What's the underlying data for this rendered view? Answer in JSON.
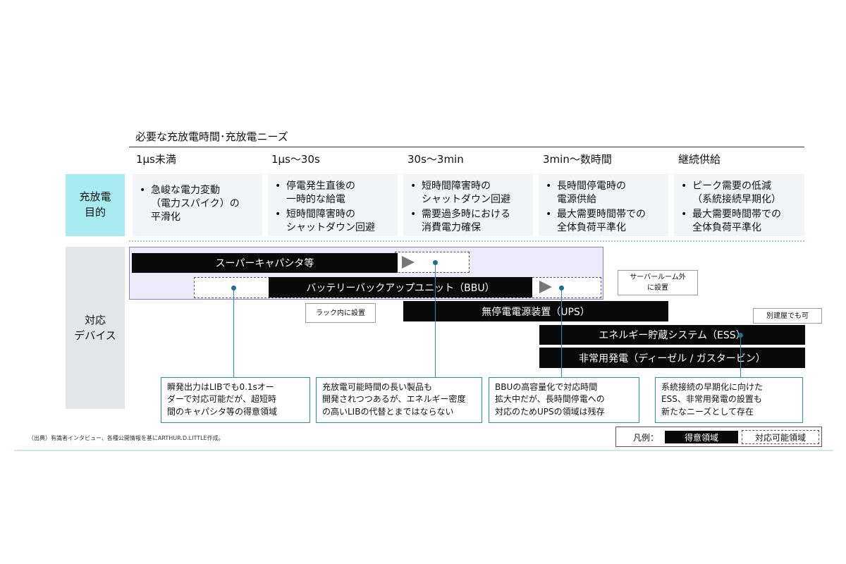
{
  "header": {
    "title": "必要な充放電時間･充放電ニーズ"
  },
  "columns": [
    {
      "label": "1μs未満"
    },
    {
      "label": "1μs～30s"
    },
    {
      "label": "30s～3min"
    },
    {
      "label": "3min～数時間"
    },
    {
      "label": "継続供給"
    }
  ],
  "purpose": {
    "label": "充放電\n目的",
    "cells": [
      {
        "bullets": [
          "急峻な電力変動\n（電力スパイク）の\n平滑化"
        ]
      },
      {
        "bullets": [
          "停電発生直後の\n一時的な給電",
          "短時間障害時の\nシャットダウン回避"
        ]
      },
      {
        "bullets": [
          "短時間障害時の\nシャットダウン回避",
          "需要過多時における\n消費電力確保"
        ]
      },
      {
        "bullets": [
          "長時間停電時の\n電源供給",
          "最大需要時間帯での\n全体負荷平準化"
        ]
      },
      {
        "bullets": [
          "ピーク需要の低減\n（系統接続早期化）",
          "最大需要時間帯での\n全体負荷平準化"
        ]
      }
    ]
  },
  "devices": {
    "label": "対応\nデバイス",
    "supercap": "スーパーキャパシタ等",
    "bbu": "バッテリーバックアップユニット（BBU）",
    "ups": "無停電電源装置（UPS）",
    "ess": "エネルギー貯蔵システム（ESS）",
    "generator": "非常用発電（ディーゼル / ガスタービン）"
  },
  "callouts": {
    "rack": "ラック内に設置",
    "server_room": "サーバールーム外\nに設置",
    "separate_building": "別建屋でも可"
  },
  "notes": [
    "瞬発出力はLIBでも0.1sオー\nダーで対応可能だが、超短時\n間のキャパシタ等の得意領域",
    "充放電可能時間の長い製品も\n開発されつつあるが、エネルギー密度\nの高いLIBの代替とまではならない",
    "BBUの高容量化で対応時間\n拡大中だが、長時間停電への\n対応のためUPSの領域は残存",
    "系統接続の早期化に向けた\nESS、非常用発電の設置も\n新たなニーズとして存在"
  ],
  "source": "（出典）有識者インタビュー、各種公開情報を基にARTHUR.D.LITTLE作成。",
  "legend": {
    "label": "凡例：",
    "strong": "得意領域",
    "possible": "対応可能領域"
  }
}
